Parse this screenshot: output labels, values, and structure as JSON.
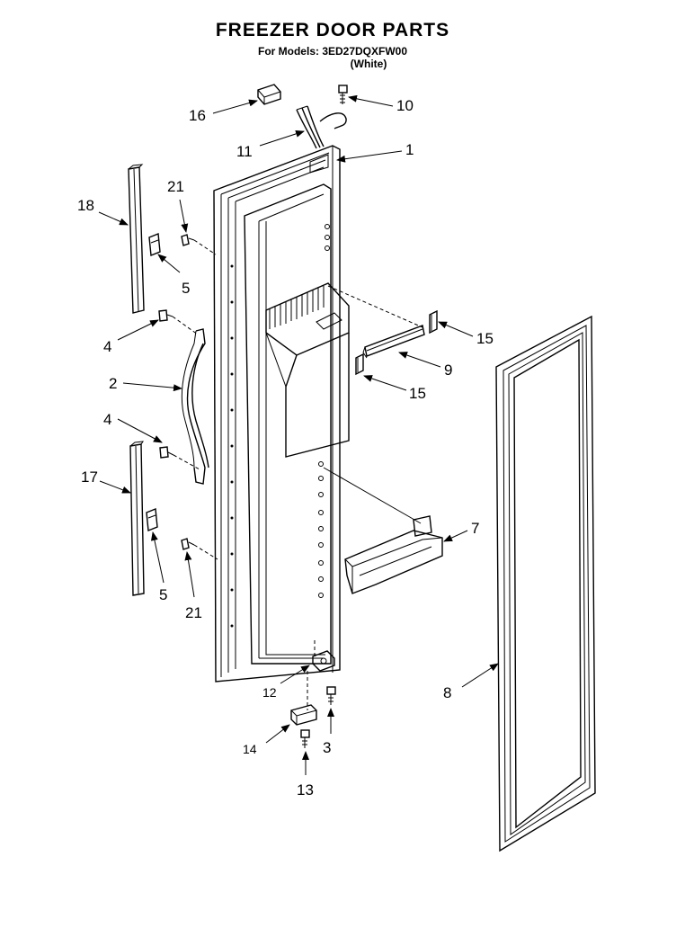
{
  "header": {
    "title": "FREEZER DOOR PARTS",
    "models_line": "For Models: 3ED27DQXFW00",
    "color_line": "(White)"
  },
  "callouts": [
    {
      "id": "c16",
      "label": "16"
    },
    {
      "id": "c10",
      "label": "10"
    },
    {
      "id": "c11",
      "label": "11"
    },
    {
      "id": "c1",
      "label": "1"
    },
    {
      "id": "c18",
      "label": "18"
    },
    {
      "id": "c21a",
      "label": "21"
    },
    {
      "id": "c5a",
      "label": "5"
    },
    {
      "id": "c4a",
      "label": "4"
    },
    {
      "id": "c15a",
      "label": "15"
    },
    {
      "id": "c9",
      "label": "9"
    },
    {
      "id": "c15b",
      "label": "15"
    },
    {
      "id": "c2",
      "label": "2"
    },
    {
      "id": "c4b",
      "label": "4"
    },
    {
      "id": "c17",
      "label": "17"
    },
    {
      "id": "c7",
      "label": "7"
    },
    {
      "id": "c5b",
      "label": "5"
    },
    {
      "id": "c21b",
      "label": "21"
    },
    {
      "id": "c12",
      "label": "12"
    },
    {
      "id": "c8",
      "label": "8"
    },
    {
      "id": "c14",
      "label": "14"
    },
    {
      "id": "c3",
      "label": "3"
    },
    {
      "id": "c13",
      "label": "13"
    }
  ]
}
